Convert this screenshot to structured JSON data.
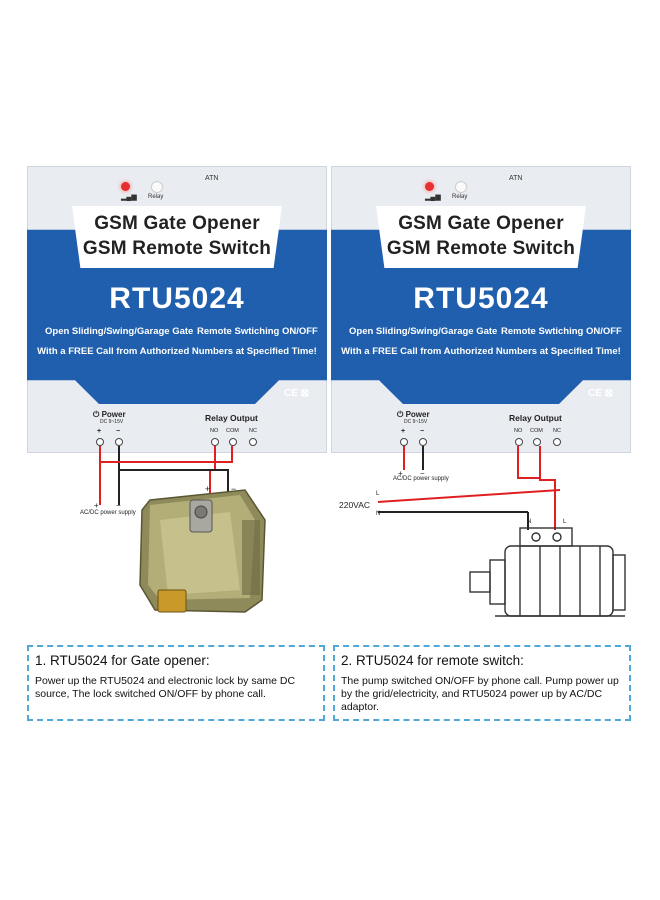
{
  "device": {
    "atn": "ATN",
    "relay": "Relay",
    "title_line1": "GSM Gate Opener",
    "title_line2": "GSM Remote Switch",
    "model": "RTU5024",
    "slogan_left": "Open Sliding/Swing/Garage Gate",
    "slogan_right": "Remote Swtiching ON/OFF",
    "slogan_line2": "With a FREE Call from Authorized Numbers at Specified Time!",
    "certification": "CE ⊠",
    "power_label": "Power",
    "power_sub": "DC 9~15V",
    "relay_output": "Relay Output",
    "terminal_no": "NO",
    "terminal_com": "COM",
    "terminal_nc": "NC",
    "plus": "+",
    "minus": "−"
  },
  "left_diagram": {
    "supply_label": "AC/DC power supply"
  },
  "right_diagram": {
    "supply_label": "AC/DC power supply",
    "vac_label": "220VAC",
    "line_l": "L",
    "line_n": "N",
    "motor_n": "N",
    "motor_l": "L"
  },
  "captions": [
    {
      "title": "1. RTU5024 for Gate opener:",
      "body": "Power up the RTU5024 and electronic lock by same DC source, The lock switched ON/OFF by phone call."
    },
    {
      "title": "2. RTU5024 for remote switch:",
      "body": "The pump switched ON/OFF by phone call. Pump power up by the grid/electricity, and RTU5024 power up by AC/DC adaptor."
    }
  ],
  "colors": {
    "device_blue": "#1f5fae",
    "wire_red": "#e02020",
    "wire_black": "#222222",
    "caption_border": "#4fa8d8"
  }
}
